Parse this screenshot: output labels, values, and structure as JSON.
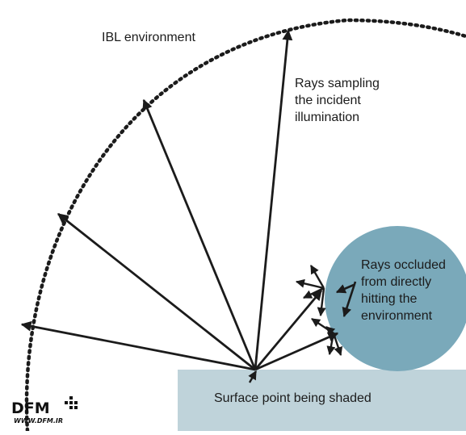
{
  "labels": {
    "environment": "IBL environment",
    "sampling": [
      "Rays sampling",
      "the incident",
      "illumination"
    ],
    "occluded": [
      "Rays occluded",
      "from directly",
      "hitting the",
      "environment"
    ],
    "surface": "Surface point being shaded"
  },
  "watermark": {
    "logo": "DFM",
    "url": "WWW.DFM.IR"
  },
  "colors": {
    "occluder_sphere": "#7aa9ba",
    "surface_patch": "#bfd3da",
    "stroke": "#1b1b1b"
  }
}
